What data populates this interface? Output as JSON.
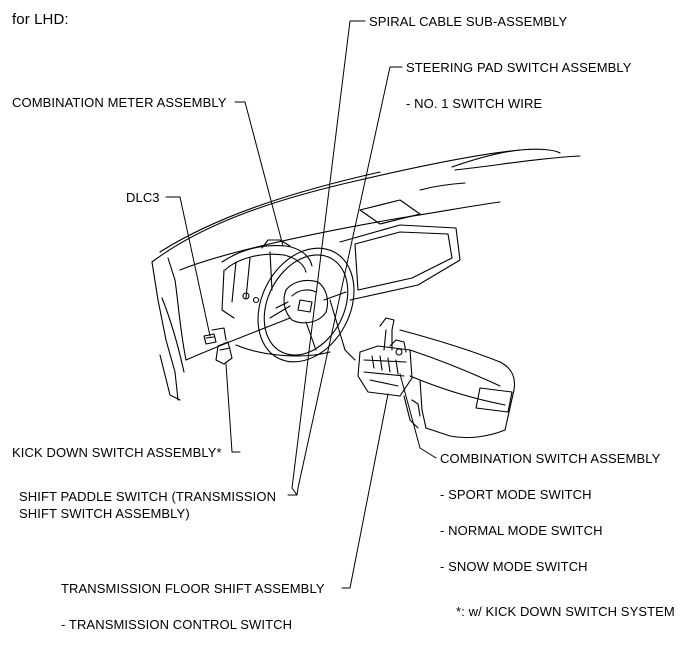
{
  "heading": "for LHD:",
  "labels": {
    "spiral_cable": "SPIRAL CABLE SUB-ASSEMBLY",
    "steering_pad": "STEERING PAD SWITCH ASSEMBLY",
    "no1_switch_wire": "- NO. 1 SWITCH WIRE",
    "combination_meter": "COMBINATION METER ASSEMBLY",
    "dlc3": "DLC3",
    "kick_down": "KICK DOWN SWITCH ASSEMBLY*",
    "shift_paddle_line1": "SHIFT PADDLE SWITCH (TRANSMISSION",
    "shift_paddle_line2": "SHIFT SWITCH ASSEMBLY)",
    "combination_switch": "COMBINATION SWITCH ASSEMBLY",
    "sport_mode": "- SPORT MODE SWITCH",
    "normal_mode": "- NORMAL MODE SWITCH",
    "snow_mode": "- SNOW MODE SWITCH",
    "floor_shift": "TRANSMISSION FLOOR SHIFT ASSEMBLY",
    "transmission_control": "- TRANSMISSION CONTROL SWITCH",
    "footnote": "*: w/ KICK DOWN SWITCH SYSTEM"
  }
}
